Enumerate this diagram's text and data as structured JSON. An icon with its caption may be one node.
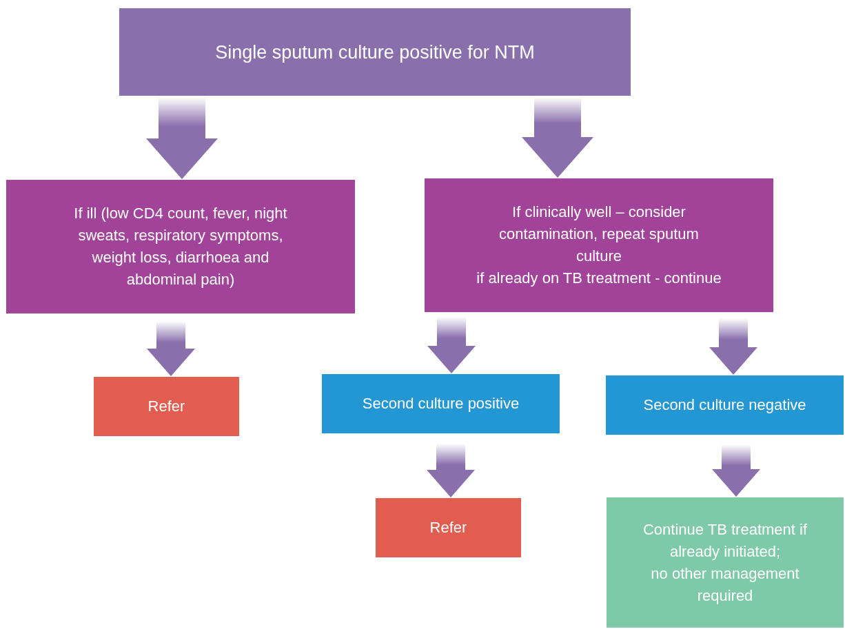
{
  "diagram": {
    "nodes": [
      {
        "text": [
          "Single sputum culture positive for NTM"
        ]
      },
      {
        "text": [
          "If ill (low CD4 count, fever, night sweats, respiratory symptoms, weight loss, diarrhoea and abdominal pain)"
        ]
      },
      {
        "text": [
          "If clinically well – consider contamination, repeat sputum culture",
          "if already on TB treatment - continue"
        ]
      },
      {
        "text": [
          "Refer"
        ]
      },
      {
        "text": [
          "Second culture positive"
        ]
      },
      {
        "text": [
          "Second culture negative"
        ]
      },
      {
        "text": [
          "Refer"
        ]
      },
      {
        "text": [
          "Continue TB treatment if already initiated;",
          "no other management required"
        ]
      }
    ],
    "edges": [
      {
        "from": 0,
        "to": 1,
        "arrow": "to"
      },
      {
        "from": 0,
        "to": 2,
        "arrow": "to"
      },
      {
        "from": 1,
        "to": 3,
        "arrow": "to"
      },
      {
        "from": 2,
        "to": 4,
        "arrow": "to"
      },
      {
        "from": 2,
        "to": 5,
        "arrow": "to"
      },
      {
        "from": 4,
        "to": 6,
        "arrow": "to"
      },
      {
        "from": 5,
        "to": 7,
        "arrow": "to"
      }
    ]
  }
}
